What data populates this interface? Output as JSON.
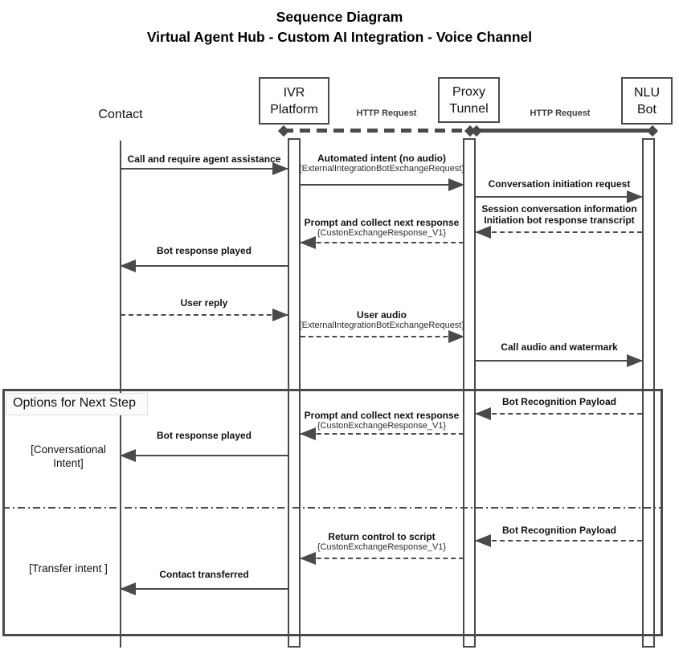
{
  "title": {
    "line1": "Sequence Diagram",
    "line2": "Virtual Agent Hub -  Custom AI Integration - Voice Channel"
  },
  "actors": {
    "contact": {
      "label": "Contact"
    },
    "ivr": {
      "line1": "IVR",
      "line2": "Platform"
    },
    "proxy": {
      "line1": "Proxy",
      "line2": "Tunnel"
    },
    "nlu": {
      "line1": "NLU",
      "line2": "Bot"
    }
  },
  "connectors": {
    "ivr_proxy": {
      "label": "HTTP Request",
      "style": "dashed",
      "ends": "diamond"
    },
    "proxy_nlu": {
      "label": "HTTP Request",
      "style": "solid",
      "ends": "diamond"
    }
  },
  "messages": {
    "m1": {
      "label": "Call and require agent assistance",
      "from": "contact",
      "to": "ivr",
      "line": "solid"
    },
    "m2": {
      "label": "Automated intent (no audio)",
      "param": "{ExternalIntegrationBotExchangeRequest}",
      "from": "ivr",
      "to": "proxy",
      "line": "solid"
    },
    "m3": {
      "label": "Conversation initiation request",
      "from": "proxy",
      "to": "nlu",
      "line": "solid"
    },
    "m4": {
      "label": "Session conversation information",
      "label2": "Initiation bot response transcript",
      "from": "nlu",
      "to": "proxy",
      "line": "dashed"
    },
    "m5": {
      "label": "Prompt and collect next response",
      "param": "{CustonExchangeResponse_V1}",
      "from": "proxy",
      "to": "ivr",
      "line": "dashed"
    },
    "m6": {
      "label": "Bot response played",
      "from": "ivr",
      "to": "contact",
      "line": "solid"
    },
    "m7": {
      "label": "User reply",
      "from": "contact",
      "to": "ivr",
      "line": "dashed"
    },
    "m8": {
      "label": "User audio",
      "param": "{ExternalIntegrationBotExchangeRequest}",
      "from": "ivr",
      "to": "proxy",
      "line": "dashed"
    },
    "m9": {
      "label": "Call audio and watermark",
      "from": "proxy",
      "to": "nlu",
      "line": "solid"
    },
    "m10": {
      "label": "Bot Recognition Payload",
      "from": "nlu",
      "to": "proxy",
      "line": "dashed"
    },
    "m11": {
      "label": "Prompt and collect next response",
      "param": "{CustonExchangeResponse_V1}",
      "from": "proxy",
      "to": "ivr",
      "line": "dashed"
    },
    "m12": {
      "label": "Bot response played",
      "from": "ivr",
      "to": "contact",
      "line": "solid"
    },
    "m13": {
      "label": "Bot Recognition Payload",
      "from": "nlu",
      "to": "proxy",
      "line": "dashed"
    },
    "m14": {
      "label": "Return control to script",
      "param": "{CustonExchangeResponse_V1}",
      "from": "proxy",
      "to": "ivr",
      "line": "dashed"
    },
    "m15": {
      "label": "Contact transferred",
      "from": "ivr",
      "to": "contact",
      "line": "solid"
    }
  },
  "frame": {
    "label": "Options for Next Step",
    "guard_conversational": "[Conversational Intent]",
    "guard_transfer": "[Transfer intent ]"
  },
  "colors": {
    "line": "#4a4a4a",
    "text": "#111111",
    "frame_label_bg": "#fbfbfb"
  }
}
